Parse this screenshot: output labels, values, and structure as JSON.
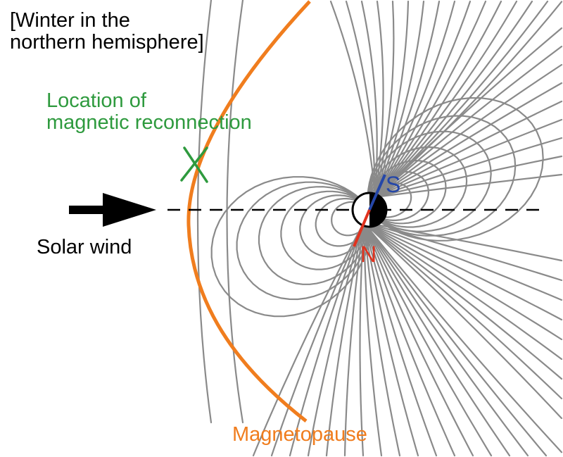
{
  "title_lines": [
    "[Winter in the",
    "northern hemisphere]"
  ],
  "labels": {
    "reconnection_lines": [
      "Location of",
      "magnetic reconnection"
    ],
    "solar_wind": "Solar wind",
    "magnetopause": "Magnetopause",
    "south_pole": "S",
    "north_pole": "N"
  },
  "colors": {
    "field_lines": "#8a8a8a",
    "magnetopause": "#f07d1e",
    "reconnection": "#2e9a3e",
    "south": "#2547a8",
    "north": "#e0321e",
    "text": "#000000"
  }
}
